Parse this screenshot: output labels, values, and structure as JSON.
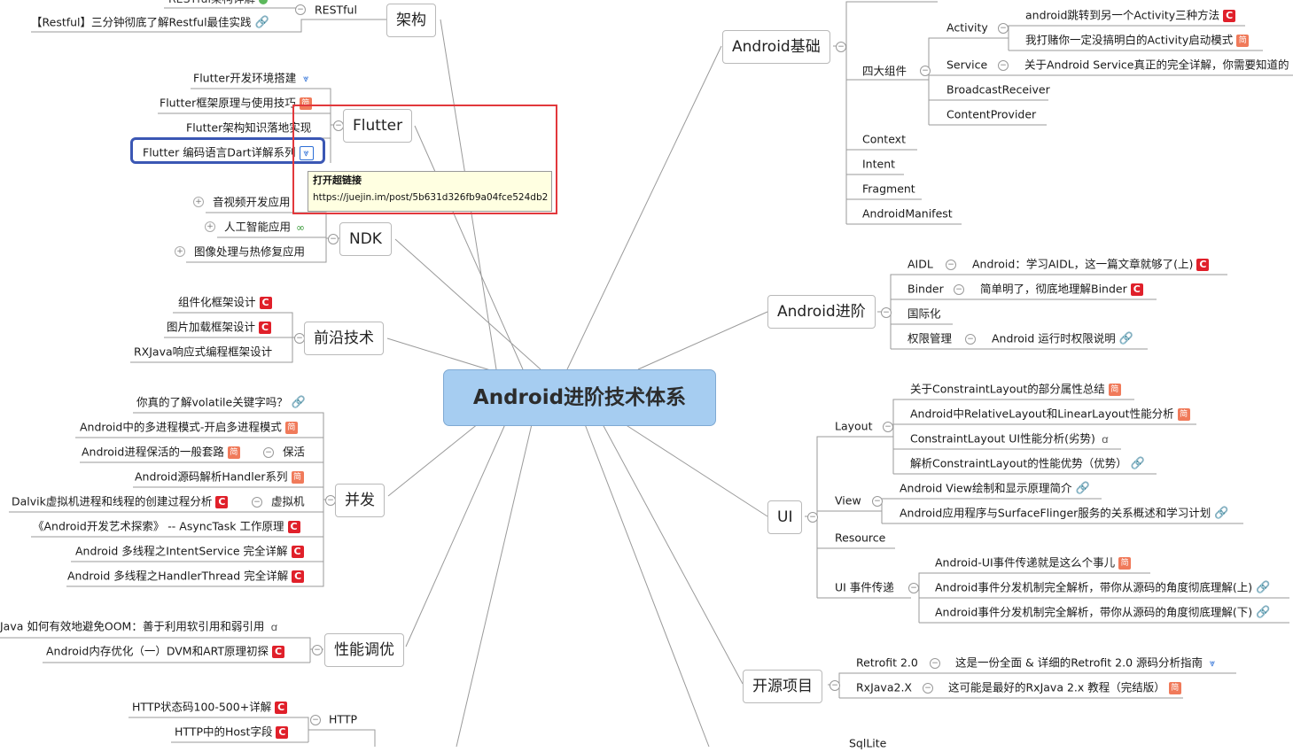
{
  "central": "Android进阶技术体系",
  "left": {
    "architecture": {
      "title": "架构",
      "restful": "RESTful",
      "items": [
        "【Restful】三分钟彻底了解Restful最佳实践"
      ]
    },
    "flutter": {
      "title": "Flutter",
      "items": [
        "Flutter开发环境搭建",
        "Flutter框架原理与使用技巧",
        "Flutter架构知识落地实现",
        "Flutter 编码语言Dart详解系列"
      ]
    },
    "tooltip": {
      "title": "打开超链接",
      "url": "https://juejin.im/post/5b631d326fb9a04fce524db2"
    },
    "ndk": {
      "title": "NDK",
      "items": [
        "音视频开发应用",
        "人工智能应用",
        "图像处理与热修复应用"
      ]
    },
    "frontier": {
      "title": "前沿技术",
      "items": [
        "组件化框架设计",
        "图片加载框架设计",
        "RXJava响应式编程框架设计"
      ]
    },
    "concurrency": {
      "title": "并发",
      "items": [
        "你真的了解volatile关键字吗？",
        "Android中的多进程模式-开启多进程模式",
        "Android进程保活的一般套路",
        "Android源码解析Handler系列",
        "Dalvik虚拟机进程和线程的创建过程分析",
        "《Android开发艺术探索》 -- AsyncTask 工作原理",
        "Android 多线程之IntentService 完全详解",
        "Android 多线程之HandlerThread 完全详解"
      ],
      "keepalive": "保活",
      "vm": "虚拟机"
    },
    "performance": {
      "title": "性能调优",
      "items": [
        "Java 如何有效地避免OOM：善于利用软引用和弱引用",
        "Android内存优化（一）DVM和ART原理初探"
      ]
    },
    "http": {
      "label": "HTTP",
      "items": [
        "HTTP状态码100-500+详解",
        "HTTP中的Host字段"
      ]
    }
  },
  "right": {
    "basics": {
      "title": "Android基础",
      "four": "四大组件",
      "activity": "Activity",
      "activity_items": [
        "android跳转到另一个Activity三种方法",
        "我打赌你一定没搞明白的Activity启动模式"
      ],
      "service": "Service",
      "service_item": "关于Android Service真正的完全详解，你需要知道的",
      "receiver": "BroadcastReceiver",
      "provider": "ContentProvider",
      "others": [
        "Context",
        "Intent",
        "Fragment",
        "AndroidManifest"
      ]
    },
    "advanced": {
      "title": "Android进阶",
      "rows": [
        {
          "k": "AIDL",
          "v": "Android：学习AIDL，这一篇文章就够了(上)"
        },
        {
          "k": "Binder",
          "v": "简单明了，彻底地理解Binder"
        },
        {
          "k": "国际化",
          "v": ""
        },
        {
          "k": "权限管理",
          "v": "Android 运行时权限说明"
        }
      ]
    },
    "ui": {
      "title": "UI",
      "layout": "Layout",
      "layout_items": [
        "关于ConstraintLayout的部分属性总结",
        "Android中RelativeLayout和LinearLayout性能分析",
        "ConstraintLayout UI性能分析(劣势)",
        "解析ConstraintLayout的性能优势（优势）"
      ],
      "view": "View",
      "view_items": [
        "Android View绘制和显示原理简介",
        "Android应用程序与SurfaceFlinger服务的关系概述和学习计划"
      ],
      "resource": "Resource",
      "event": "UI 事件传递",
      "event_items": [
        "Android-UI事件传递就是这么个事儿",
        "Android事件分发机制完全解析，带你从源码的角度彻底理解(上)",
        "Android事件分发机制完全解析，带你从源码的角度彻底理解(下)"
      ]
    },
    "opensource": {
      "title": "开源项目",
      "rows": [
        {
          "k": "Retrofit 2.0",
          "v": "这是一份全面 & 详细的Retrofit 2.0 源码分析指南"
        },
        {
          "k": "RxJava2.X",
          "v": "这可能是最好的RxJava 2.x 教程（完结版）"
        }
      ]
    },
    "sqlite": "SqlLite"
  }
}
